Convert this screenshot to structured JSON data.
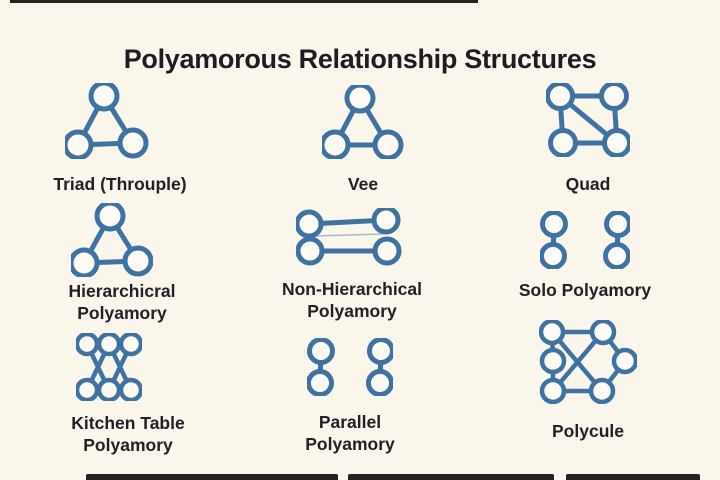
{
  "title": "Polyamorous Relationship Structures",
  "colors": {
    "background": "#faf6ec",
    "node_blue": "#3d72a3",
    "text": "#1c1c22"
  },
  "cells": [
    {
      "id": "triad",
      "label": "Triad (Throuple)",
      "icon": "triangle-network-icon",
      "nodes": 3,
      "structure": "three partners all connected in a triangle"
    },
    {
      "id": "vee",
      "label": "Vee",
      "icon": "triangle-network-icon",
      "nodes": 3,
      "structure": "three partners connected in a triangle shape"
    },
    {
      "id": "quad",
      "label": "Quad",
      "icon": "square-diagonal-network-icon",
      "nodes": 4,
      "structure": "four partners in a square with one diagonal link"
    },
    {
      "id": "hierarchical",
      "label": "Hierarchicral",
      "label2": "Polyamory",
      "icon": "triangle-network-icon",
      "nodes": 3,
      "structure": "triangle of three partners"
    },
    {
      "id": "non-hierarchical",
      "label": "Non-Hierarchical",
      "label2": "Polyamory",
      "icon": "parallel-bars-network-icon",
      "nodes": 4,
      "structure": "two horizontal couple links joined on the left side"
    },
    {
      "id": "solo",
      "label": "Solo Polyamory",
      "icon": "two-pairs-icon",
      "nodes": 4,
      "structure": "two separate vertical couples"
    },
    {
      "id": "kitchen-table",
      "label": "Kitchen Table",
      "label2": "Polyamory",
      "icon": "crossing-grid-network-icon",
      "nodes": 6,
      "structure": "two rows of three with crossing diagonal links"
    },
    {
      "id": "parallel",
      "label": "Parallel",
      "label2": "Polyamory",
      "icon": "two-pairs-icon",
      "nodes": 4,
      "structure": "two separate vertical couples"
    },
    {
      "id": "polycule",
      "label": "Polycule",
      "icon": "hexagon-network-icon",
      "nodes": 6,
      "structure": "six partners in a ring with crossing diagonals"
    }
  ]
}
